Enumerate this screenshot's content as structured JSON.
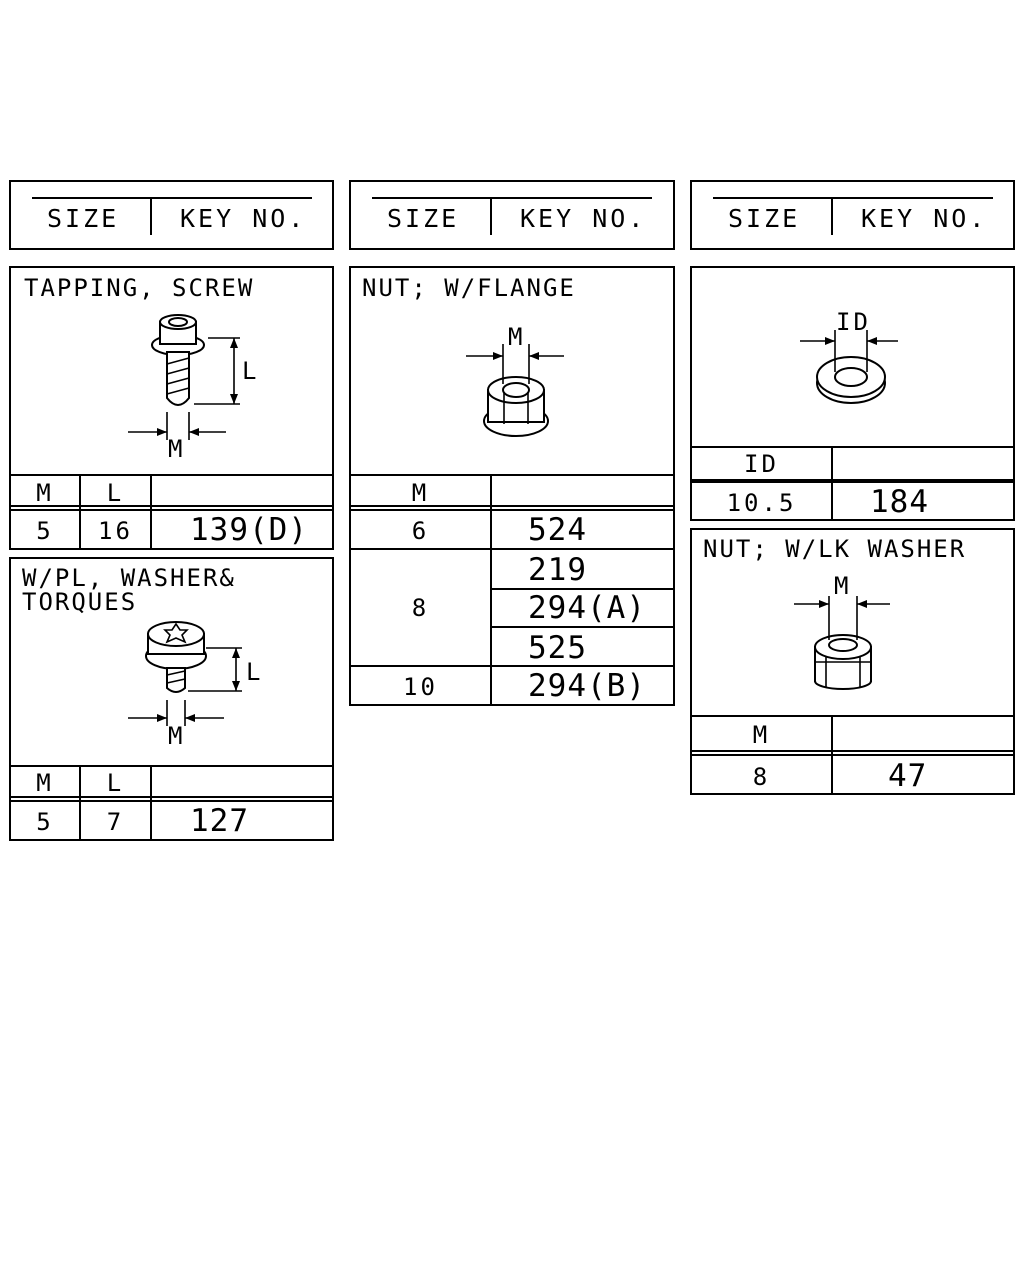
{
  "headers": {
    "size": "SIZE",
    "key_no": "KEY NO."
  },
  "tapping_screw": {
    "title": "TAPPING, SCREW",
    "dim_m": "M",
    "dim_l": "L",
    "col_m": "M",
    "col_l": "L",
    "rows": [
      {
        "m": "5",
        "l": "16",
        "key": "139(D)"
      }
    ]
  },
  "pl_washer_screw": {
    "title_line1": "W/PL, WASHER&",
    "title_line2": "TORQUES",
    "dim_m": "M",
    "dim_l": "L",
    "col_m": "M",
    "col_l": "L",
    "rows": [
      {
        "m": "5",
        "l": "7",
        "key": "127"
      }
    ]
  },
  "flange_nut": {
    "title": "NUT; W/FLANGE",
    "dim_m": "M",
    "col_m": "M",
    "rows": [
      {
        "m": "6",
        "keys": [
          "524"
        ]
      },
      {
        "m": "8",
        "keys": [
          "219",
          "294(A)",
          "525"
        ]
      },
      {
        "m": "10",
        "keys": [
          "294(B)"
        ]
      }
    ]
  },
  "washer": {
    "dim_id": "ID",
    "col_id": "ID",
    "rows": [
      {
        "id": "10.5",
        "key": "184"
      }
    ]
  },
  "lk_washer_nut": {
    "title": "NUT; W/LK WASHER",
    "dim_m": "M",
    "col_m": "M",
    "rows": [
      {
        "m": "8",
        "key": "47"
      }
    ]
  }
}
